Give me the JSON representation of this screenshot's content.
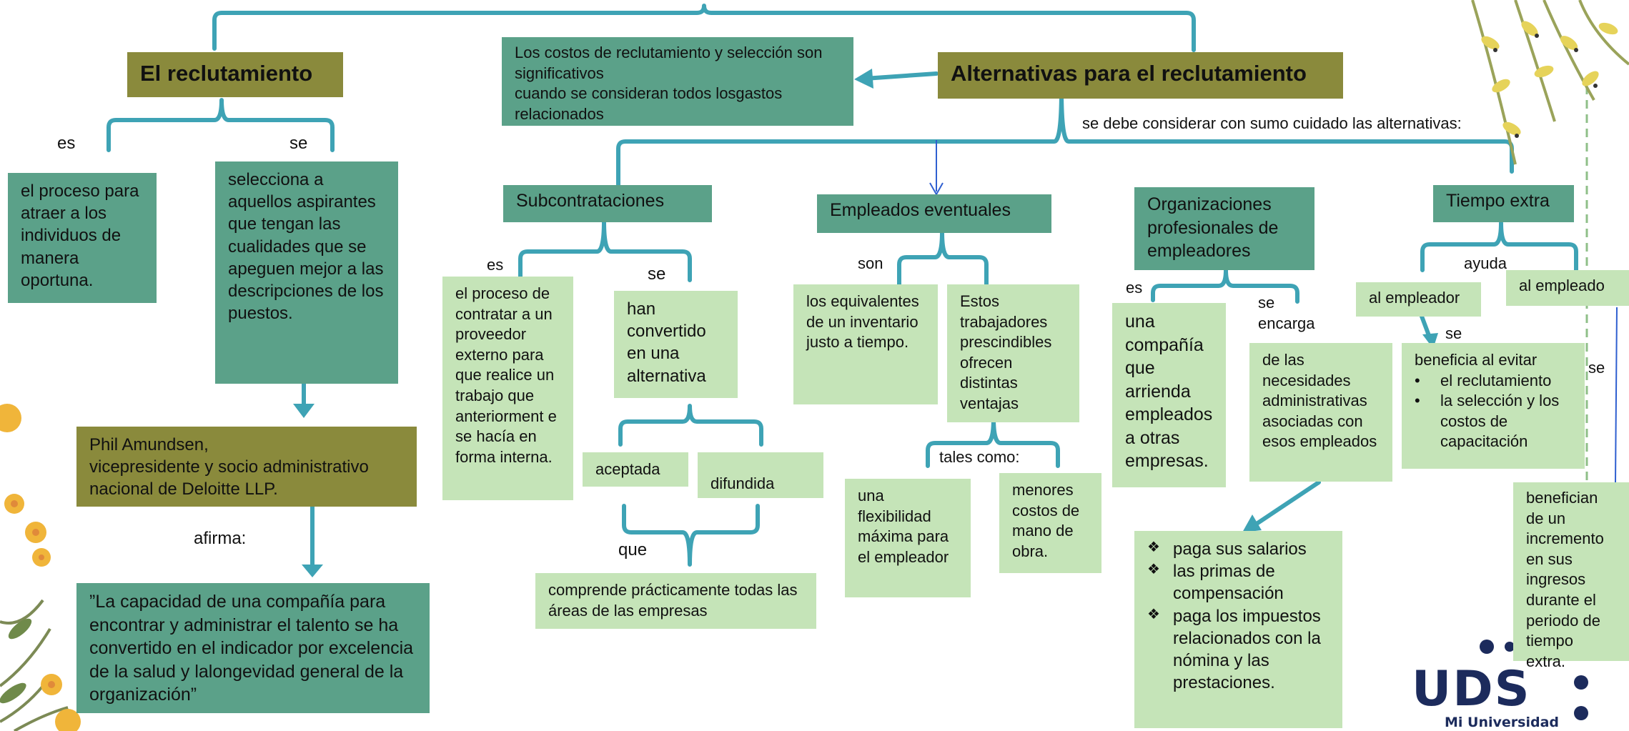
{
  "recruitment": {
    "title": "El reclutamiento",
    "label_es": "es",
    "label_se": "se",
    "def": "el proceso para atraer a los individuos de manera oportuna.",
    "selects": "selecciona a aquellos aspirantes que tengan las cualidades que se apeguen mejor a las descripciones de los puestos.",
    "person": "Phil Amundsen,\nvicepresidente y socio administrativo nacional de Deloitte LLP.",
    "label_afirma": "afirma:",
    "quote": "”La capacidad de una compañía para encontrar y administrar el talento se ha convertido en el indicador por excelencia de la salud y lalongevidad general de la organización”"
  },
  "costs": "Los costos de reclutamiento y selección son significativos\ncuando se consideran todos losgastos relacionados",
  "alternatives": {
    "title": "Alternativas para el reclutamiento",
    "note": "se debe considerar con sumo cuidado las alternativas:"
  },
  "subcontracting": {
    "title": "Subcontrataciones",
    "label_es": "es",
    "label_se": "se",
    "def": "el proceso de contratar a un proveedor externo para que realice un trabajo que anteriorment e se hacía en forma interna.",
    "became": "han convertido en una alternativa",
    "accepted": "aceptada",
    "spread": "difundida",
    "label_que": "que",
    "covers": "comprende prácticamente todas las áreas de las empresas"
  },
  "temps": {
    "title": "Empleados eventuales",
    "label_son": "son",
    "equivalent": "los equivalentes de un inventario justo a tiempo.",
    "advantages": "Estos trabajadores prescindibles ofrecen distintas ventajas",
    "label_tales": "tales como:",
    "flex": "una flexibilidad máxima para el empleador",
    "lower": "menores costos de mano de obra."
  },
  "peo": {
    "title": "Organizaciones profesionales de empleadores",
    "label_es": "es",
    "label_se": "se encarga",
    "def": "una compañía que arrienda empleados a otras empresas.",
    "handles": "de las necesidades administrativas asociadas con esos empleados",
    "bullets": [
      "paga sus salarios",
      "las primas de compensación",
      "paga los impuestos relacionados con la nómina y las prestaciones."
    ]
  },
  "overtime": {
    "title": "Tiempo extra",
    "label_ayuda": "ayuda",
    "employer": "al empleador",
    "employee": "al empleado",
    "label_se1": "se",
    "label_se2": "se",
    "benefit_head": "beneficia al evitar",
    "benefit_items": [
      "el reclutamiento",
      "la selección y los costos de capacitación"
    ],
    "employee_benefit": "benefician de un incremento en sus ingresos durante el periodo de tiempo extra."
  },
  "logo": {
    "name": "UDS",
    "tagline": "Mi Universidad"
  },
  "colors": {
    "olive": "#8a8a3c",
    "teal": "#5ba189",
    "light": "#c5e4b8",
    "connector": "#3ea3b5",
    "brand": "#1c2b5c"
  }
}
